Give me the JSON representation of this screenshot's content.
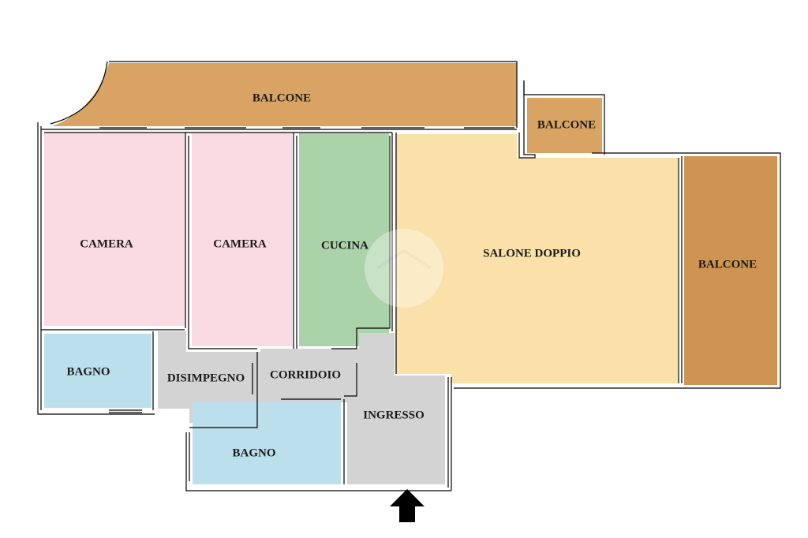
{
  "plan": {
    "colors": {
      "balcony": "#d9a463",
      "balcony_dark": "#cf9452",
      "bedroom": "#fadbe4",
      "kitchen": "#abd3aa",
      "living": "#fae1aa",
      "bathroom": "#bcdfec",
      "hall": "#d3d3d3",
      "wall": "#000000",
      "background": "#ffffff"
    },
    "rooms": {
      "balcone_top": "BALCONE",
      "balcone_small": "BALCONE",
      "balcone_right": "BALCONE",
      "camera_1": "CAMERA",
      "camera_2": "CAMERA",
      "cucina": "CUCINA",
      "salone": "SALONE DOPPIO",
      "bagno_1": "BAGNO",
      "disimpegno": "DISIMPEGNO",
      "corridoio": "CORRIDOIO",
      "ingresso": "INGRESSO",
      "bagno_2": "BAGNO"
    },
    "icons": {
      "entrance": "entrance-arrow-icon",
      "watermark": "watermark-logo-icon"
    }
  }
}
